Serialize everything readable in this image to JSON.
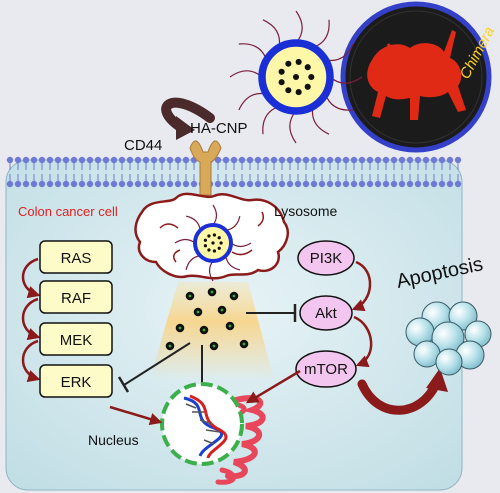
{
  "labels": {
    "chimera": "Chimera",
    "ha_cnp": "HA-CNP",
    "cd44": "CD44",
    "cell": "Colon cancer cell",
    "lysosome": "Lysosome",
    "nucleus": "Nucleus",
    "apoptosis": "Apoptosis"
  },
  "mapk_pathway": [
    "RAS",
    "RAF",
    "MEK",
    "ERK"
  ],
  "pi3k_pathway": [
    "PI3K",
    "Akt",
    "mTOR"
  ],
  "colors": {
    "cell_fill": "#c9e4ea",
    "membrane": "#6f7ad6",
    "mapk_box": "#fdfbc8",
    "pi3k_ellipse": "#f2c6ee",
    "arrow_dark_red": "#8b1a1a",
    "cnp_ring": "#1b2fd6",
    "cnp_core": "#fff7a8",
    "chimera_red": "#e02a16",
    "cell_label": "#e02020"
  }
}
